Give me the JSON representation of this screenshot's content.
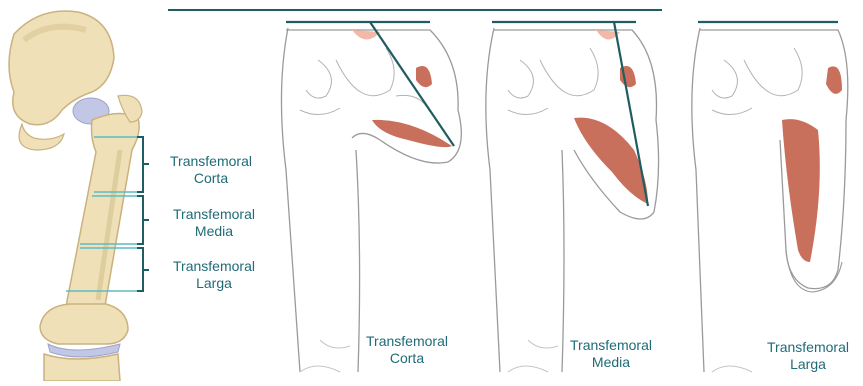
{
  "femur_levels": [
    {
      "line1": "Transfemoral",
      "line2": "Corta"
    },
    {
      "line1": "Transfemoral",
      "line2": "Media"
    },
    {
      "line1": "Transfemoral",
      "line2": "Larga"
    }
  ],
  "panels": [
    {
      "line1": "Transfemoral",
      "line2": "Corta"
    },
    {
      "line1": "Transfemoral",
      "line2": "Media"
    },
    {
      "line1": "Transfemoral",
      "line2": "Larga"
    }
  ],
  "colors": {
    "bone": "#efe0b8",
    "bone_shadow": "#d8c592",
    "cartilage": "#c3c7e6",
    "muscle": "#c9705c",
    "skin_outline": "#9a9a9a",
    "accent_line": "#1f5d63",
    "level_line": "#5bbcc3",
    "label_text": "#1f6b78"
  }
}
